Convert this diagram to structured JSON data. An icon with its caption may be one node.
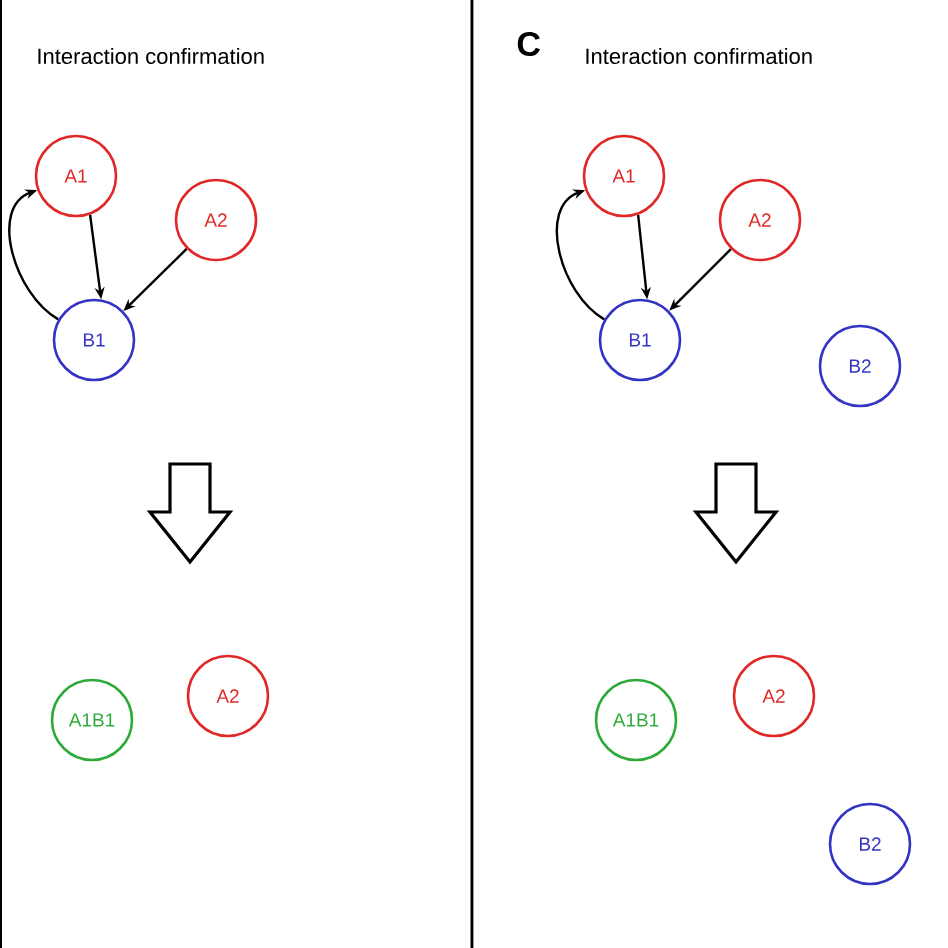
{
  "diagram": {
    "nodes": [
      {
        "text": [
          "A1"
        ]
      },
      {
        "text": [
          "A2"
        ]
      },
      {
        "text": [
          "B1"
        ]
      },
      {
        "text": [
          "A1B1"
        ]
      },
      {
        "text": [
          "A2"
        ]
      },
      {
        "text": [
          "A1"
        ]
      },
      {
        "text": [
          "A2"
        ]
      },
      {
        "text": [
          "B1"
        ]
      },
      {
        "text": [
          "B2"
        ]
      },
      {
        "text": [
          "A1B1"
        ]
      },
      {
        "text": [
          "A2"
        ]
      },
      {
        "text": [
          "B2"
        ]
      }
    ],
    "edges": [
      {
        "from": 0,
        "to": 2,
        "arrow": "to"
      },
      {
        "from": 2,
        "to": 0,
        "arrow": "to"
      },
      {
        "from": 1,
        "to": 2,
        "arrow": "to"
      },
      {
        "from": 5,
        "to": 7,
        "arrow": "to"
      },
      {
        "from": 7,
        "to": 5,
        "arrow": "to"
      },
      {
        "from": 6,
        "to": 7,
        "arrow": "to"
      }
    ],
    "labels": [
      "Interaction confirmation",
      "C",
      "Interaction confirmation"
    ]
  }
}
